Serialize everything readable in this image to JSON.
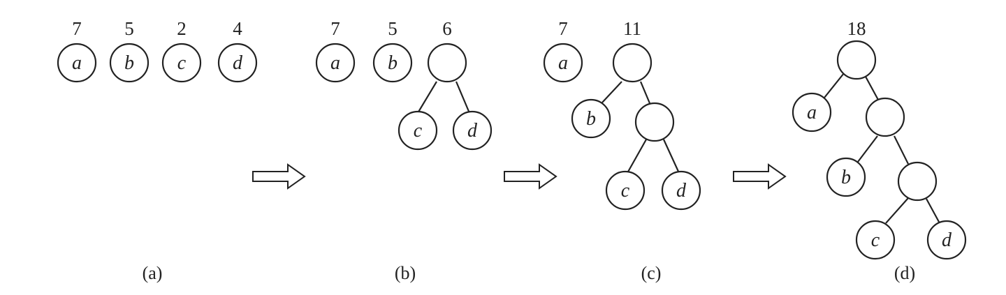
{
  "panels": [
    {
      "caption": "(a)",
      "weights": [
        "7",
        "5",
        "2",
        "4"
      ],
      "leaves": [
        "a",
        "b",
        "c",
        "d"
      ]
    },
    {
      "caption": "(b)",
      "weights": [
        "7",
        "5",
        "6"
      ],
      "leaves": [
        "a",
        "b",
        "c",
        "d"
      ]
    },
    {
      "caption": "(c)",
      "weights": [
        "7",
        "11"
      ],
      "leaves": [
        "a",
        "b",
        "c",
        "d"
      ]
    },
    {
      "caption": "(d)",
      "weights": [
        "18"
      ],
      "leaves": [
        "a",
        "b",
        "c",
        "d"
      ]
    }
  ]
}
